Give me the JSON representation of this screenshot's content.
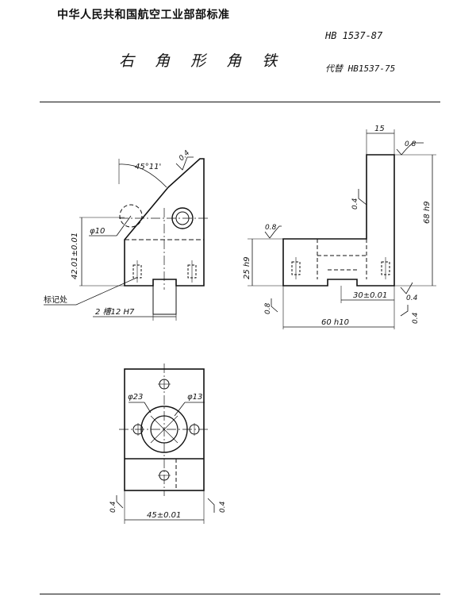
{
  "header": {
    "org": "中华人民共和国航空工业部部标准",
    "standard_no": "HB 1537-87",
    "title": "右 角 形 角 铁",
    "replaces": "代替 HB1537-75"
  },
  "front_view": {
    "angle": "45°11'",
    "roughness_top": "0.4",
    "hole_dia": "φ10",
    "height_dim": "42.01±0.01",
    "mark_label": "标记处",
    "slot_label": "2 槽12 H7"
  },
  "side_view": {
    "width_top": "15",
    "roughness_a": "0.8",
    "roughness_b": "0.4",
    "roughness_c": "0.8",
    "height_total": "68 h9",
    "height_base": "25 h9",
    "dim_30": "30±0.01",
    "roughness_d": "0.4",
    "roughness_e": "0.8",
    "roughness_f": "0.4",
    "length": "60 h10"
  },
  "top_view": {
    "dia_23": "φ23",
    "dia_13": "φ13",
    "roughness_left": "0.4",
    "roughness_right": "0.4",
    "width": "45±0.01"
  }
}
